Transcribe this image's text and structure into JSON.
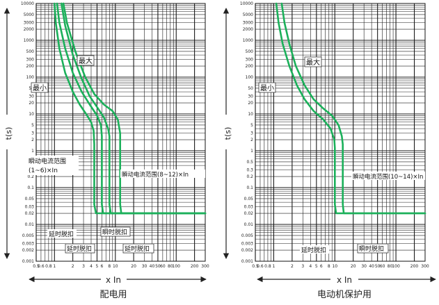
{
  "chart_data": [
    {
      "type": "line",
      "caption": "配电用",
      "xlabel": "x In",
      "ylabel": "t(s)",
      "x_scale": "log",
      "y_scale": "log",
      "xlim": [
        0.5,
        300
      ],
      "ylim": [
        0.001,
        10000
      ],
      "grid": true,
      "line_color": "#1bb05a",
      "x_ticks": [
        {
          "value": 0.5,
          "label": "0.5"
        },
        {
          "value": 0.6,
          "label": "0.6"
        },
        {
          "value": 0.8,
          "label": "0.8"
        },
        {
          "value": 1,
          "label": "1"
        },
        {
          "value": 2,
          "label": "2"
        },
        {
          "value": 3,
          "label": "3"
        },
        {
          "value": 4,
          "label": "4"
        },
        {
          "value": 5,
          "label": "5"
        },
        {
          "value": 6,
          "label": "6"
        },
        {
          "value": 8,
          "label": "8"
        },
        {
          "value": 10,
          "label": "10"
        },
        {
          "value": 20,
          "label": "20"
        },
        {
          "value": 30,
          "label": "30"
        },
        {
          "value": 40,
          "label": "40"
        },
        {
          "value": 50,
          "label": "50"
        },
        {
          "value": 60,
          "label": "60"
        },
        {
          "value": 80,
          "label": "80"
        },
        {
          "value": 100,
          "label": "100"
        },
        {
          "value": 200,
          "label": "200"
        },
        {
          "value": 300,
          "label": "300"
        }
      ],
      "y_ticks": [
        {
          "value": 10000,
          "label": "10000"
        },
        {
          "value": 5000,
          "label": "5000"
        },
        {
          "value": 3000,
          "label": "3000"
        },
        {
          "value": 2000,
          "label": "2000"
        },
        {
          "value": 1000,
          "label": "1000"
        },
        {
          "value": 500,
          "label": "500"
        },
        {
          "value": 300,
          "label": "300"
        },
        {
          "value": 200,
          "label": "200"
        },
        {
          "value": 100,
          "label": "100"
        },
        {
          "value": 50,
          "label": "50"
        },
        {
          "value": 30,
          "label": "30"
        },
        {
          "value": 20,
          "label": "20"
        },
        {
          "value": 10,
          "label": "10"
        },
        {
          "value": 5,
          "label": "5"
        },
        {
          "value": 3,
          "label": "3"
        },
        {
          "value": 2,
          "label": "2"
        },
        {
          "value": 1,
          "label": "1"
        },
        {
          "value": 0.5,
          "label": "0.5"
        },
        {
          "value": 0.3,
          "label": "0.3"
        },
        {
          "value": 0.2,
          "label": "0.2"
        },
        {
          "value": 0.1,
          "label": "0.1"
        },
        {
          "value": 0.05,
          "label": "0.05"
        },
        {
          "value": 0.03,
          "label": "0.03"
        },
        {
          "value": 0.02,
          "label": "0.02"
        },
        {
          "value": 0.01,
          "label": "0.01"
        },
        {
          "value": 0.005,
          "label": "0.005"
        },
        {
          "value": 0.003,
          "label": "0.003"
        },
        {
          "value": 0.002,
          "label": "0.002"
        },
        {
          "value": 0.001,
          "label": "0.001"
        }
      ],
      "series": [
        {
          "x": [
            1.0,
            1.05,
            1.2,
            1.5,
            2.0,
            2.6,
            3.3,
            4.0,
            4.4,
            4.5,
            4.5,
            4.8,
            6,
            300
          ],
          "y": [
            10000,
            3000,
            600,
            130,
            40,
            18,
            10,
            6,
            3.5,
            1.5,
            0.035,
            0.02,
            0.02,
            0.02
          ]
        },
        {
          "x": [
            1.1,
            1.2,
            1.5,
            2.0,
            2.8,
            3.8,
            5.0,
            5.8,
            6.0,
            6.0,
            6.3,
            8,
            300
          ],
          "y": [
            10000,
            3000,
            600,
            130,
            40,
            18,
            9,
            5,
            2.5,
            0.035,
            0.02,
            0.02,
            0.02
          ]
        },
        {
          "x": [
            1.3,
            1.5,
            2.0,
            2.8,
            3.8,
            5.2,
            6.5,
            7.6,
            8.0,
            8.0,
            8.4,
            10,
            300
          ],
          "y": [
            10000,
            2500,
            400,
            90,
            30,
            14,
            8,
            4,
            2.5,
            0.035,
            0.02,
            0.02,
            0.02
          ]
        },
        {
          "x": [
            1.4,
            1.6,
            2.2,
            3.2,
            4.5,
            6.5,
            9.0,
            11.0,
            12.0,
            12.0,
            12.5,
            15,
            300
          ],
          "y": [
            10000,
            3000,
            500,
            100,
            35,
            18,
            12,
            7,
            3,
            0.035,
            0.02,
            0.02,
            0.02
          ]
        }
      ],
      "annotations": {
        "max": "最大",
        "min": "最小",
        "instant_range_a": "瞬动电流范围",
        "instant_range_b": "(1~6)×In",
        "instant_range_c": "瞬动电流范围(8~12)×In",
        "delay_1": "延时脱扣",
        "delay_2": "延时脱扣",
        "delay_3": "延时脱扣",
        "instant_trip": "瞬时脱扣"
      }
    },
    {
      "type": "line",
      "caption": "电动机保护用",
      "xlabel": "x In",
      "ylabel": "t(s)",
      "x_scale": "log",
      "y_scale": "log",
      "xlim": [
        0.5,
        300
      ],
      "ylim": [
        0.001,
        10000
      ],
      "grid": true,
      "line_color": "#1bb05a",
      "x_ticks": [
        {
          "value": 0.5,
          "label": "0.5"
        },
        {
          "value": 0.6,
          "label": "0.6"
        },
        {
          "value": 0.8,
          "label": "0.8"
        },
        {
          "value": 1,
          "label": "1"
        },
        {
          "value": 2,
          "label": "2"
        },
        {
          "value": 3,
          "label": "3"
        },
        {
          "value": 4,
          "label": "4"
        },
        {
          "value": 5,
          "label": "5"
        },
        {
          "value": 6,
          "label": "6"
        },
        {
          "value": 8,
          "label": "8"
        },
        {
          "value": 10,
          "label": "10"
        },
        {
          "value": 20,
          "label": "20"
        },
        {
          "value": 30,
          "label": "30"
        },
        {
          "value": 40,
          "label": "40"
        },
        {
          "value": 50,
          "label": "50"
        },
        {
          "value": 60,
          "label": "60"
        },
        {
          "value": 80,
          "label": "80"
        },
        {
          "value": 100,
          "label": "100"
        },
        {
          "value": 200,
          "label": "200"
        },
        {
          "value": 300,
          "label": "300"
        }
      ],
      "y_ticks": [
        {
          "value": 10000,
          "label": "10000"
        },
        {
          "value": 5000,
          "label": "5000"
        },
        {
          "value": 3000,
          "label": "3000"
        },
        {
          "value": 2000,
          "label": "2000"
        },
        {
          "value": 1000,
          "label": "1000"
        },
        {
          "value": 500,
          "label": "500"
        },
        {
          "value": 300,
          "label": "300"
        },
        {
          "value": 200,
          "label": "200"
        },
        {
          "value": 100,
          "label": "100"
        },
        {
          "value": 50,
          "label": "50"
        },
        {
          "value": 30,
          "label": "30"
        },
        {
          "value": 20,
          "label": "20"
        },
        {
          "value": 10,
          "label": "10"
        },
        {
          "value": 5,
          "label": "5"
        },
        {
          "value": 3,
          "label": "3"
        },
        {
          "value": 2,
          "label": "2"
        },
        {
          "value": 1,
          "label": "1"
        },
        {
          "value": 0.5,
          "label": "0.5"
        },
        {
          "value": 0.3,
          "label": "0.3"
        },
        {
          "value": 0.2,
          "label": "0.2"
        },
        {
          "value": 0.1,
          "label": "0.1"
        },
        {
          "value": 0.05,
          "label": "0.05"
        },
        {
          "value": 0.03,
          "label": "0.03"
        },
        {
          "value": 0.02,
          "label": "0.02"
        },
        {
          "value": 0.01,
          "label": "0.01"
        },
        {
          "value": 0.005,
          "label": "0.005"
        },
        {
          "value": 0.003,
          "label": "0.003"
        },
        {
          "value": 0.002,
          "label": "0.002"
        },
        {
          "value": 0.001,
          "label": "0.001"
        }
      ],
      "series": [
        {
          "x": [
            1.1,
            1.2,
            1.4,
            1.8,
            2.4,
            3.2,
            4.5,
            6.5,
            8.5,
            9.8,
            10.0,
            10.0,
            10.5,
            12,
            300
          ],
          "y": [
            10000,
            3000,
            800,
            200,
            60,
            25,
            12,
            7,
            4,
            2,
            1.2,
            0.035,
            0.02,
            0.02,
            0.02
          ]
        },
        {
          "x": [
            1.35,
            1.5,
            1.8,
            2.3,
            3.2,
            4.5,
            6.5,
            9.0,
            11.5,
            13.0,
            13.5,
            13.5,
            14.0,
            16,
            300
          ],
          "y": [
            10000,
            3000,
            800,
            200,
            60,
            25,
            14,
            9,
            5,
            2.5,
            1.5,
            0.035,
            0.02,
            0.02,
            0.02
          ]
        }
      ],
      "annotations": {
        "max": "最大",
        "min": "最小",
        "instant_range": "瞬动电流范围(10~14)×In",
        "delay": "延时脱扣",
        "instant_trip": "瞬时脱扣"
      }
    }
  ]
}
